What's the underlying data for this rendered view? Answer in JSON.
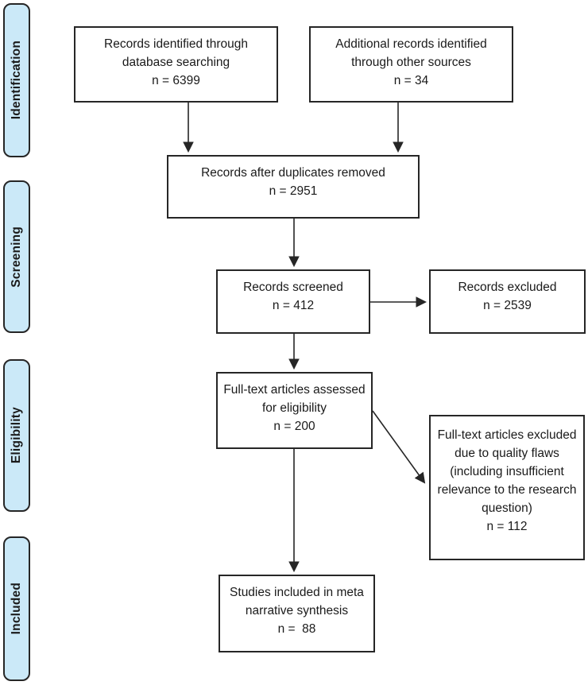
{
  "stages": [
    {
      "label": "Identification"
    },
    {
      "label": "Screening"
    },
    {
      "label": "Eligibility"
    },
    {
      "label": "Included"
    }
  ],
  "boxes": [
    {
      "id": "records-identified",
      "text": "Records identified through\ndatabase searching\nn = 6399"
    },
    {
      "id": "additional-records",
      "text": "Additional records identified\nthrough other sources\nn = 34"
    },
    {
      "id": "duplicates-removed",
      "text": "Records after duplicates removed\nn = 2951"
    },
    {
      "id": "records-screened",
      "text": "Records screened\nn = 412"
    },
    {
      "id": "records-excluded",
      "text": "Records excluded\nn = 2539"
    },
    {
      "id": "fulltext-assessed",
      "text": "Full-text articles assessed\nfor eligibility\nn = 200"
    },
    {
      "id": "fulltext-excluded",
      "text": "Full-text articles excluded\ndue to quality flaws\n(including insufficient\nrelevance to the research\nquestion)\nn = 112"
    },
    {
      "id": "studies-included",
      "text": "Studies included in meta\nnarrative synthesis\nn =  88"
    }
  ],
  "colors": {
    "stage_fill": "#cbe9f8",
    "line_color": "#262626",
    "text_color": "#1a1a1a",
    "box_background": "#ffffff"
  }
}
